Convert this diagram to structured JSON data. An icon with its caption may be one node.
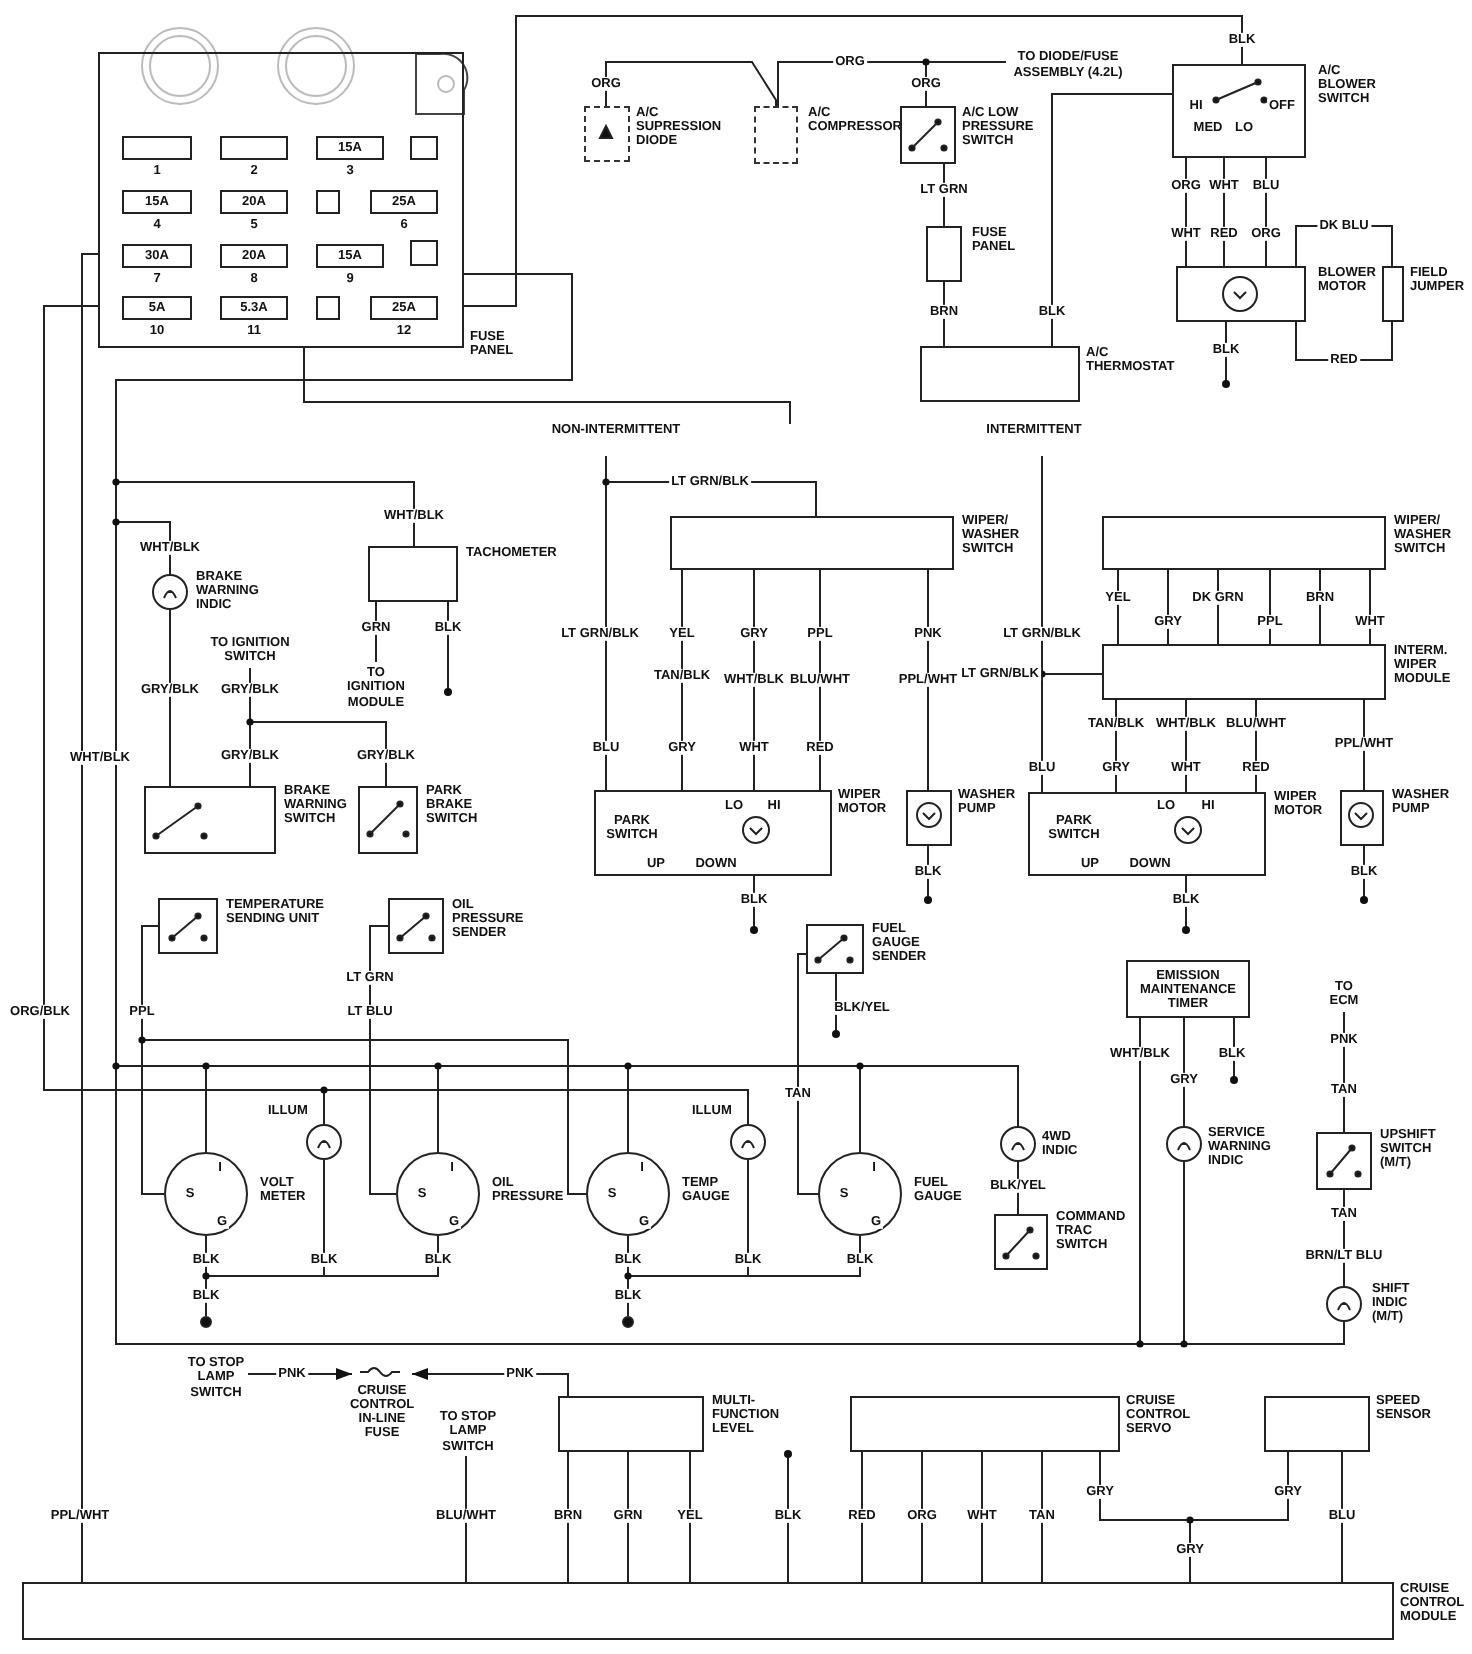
{
  "diagram": {
    "nodes": [
      {
        "text": [
          "FUSE PANEL"
        ]
      },
      {
        "text": [],
        "shape": "box",
        "beside": [
          "1"
        ],
        "in": 0
      },
      {
        "text": [],
        "shape": "box",
        "beside": [
          "2"
        ],
        "in": 0
      },
      {
        "text": [
          "15A"
        ],
        "beside": [
          "3"
        ],
        "in": 0
      },
      {
        "text": [],
        "shape": "box",
        "in": 0
      },
      {
        "text": [
          "15A"
        ],
        "beside": [
          "4"
        ],
        "in": 0
      },
      {
        "text": [
          "20A"
        ],
        "beside": [
          "5"
        ],
        "in": 0
      },
      {
        "text": [],
        "shape": "box",
        "in": 0
      },
      {
        "text": [
          "25A"
        ],
        "beside": [
          "6"
        ],
        "in": 0
      },
      {
        "text": [
          "30A"
        ],
        "beside": [
          "7"
        ],
        "in": 0
      },
      {
        "text": [
          "20A"
        ],
        "beside": [
          "8"
        ],
        "in": 0
      },
      {
        "text": [
          "15A"
        ],
        "beside": [
          "9"
        ],
        "in": 0
      },
      {
        "text": [],
        "shape": "box",
        "in": 0
      },
      {
        "text": [
          "5A"
        ],
        "beside": [
          "10"
        ],
        "in": 0
      },
      {
        "text": [
          "5.3A"
        ],
        "beside": [
          "11"
        ],
        "in": 0
      },
      {
        "text": [],
        "shape": "box",
        "in": 0
      },
      {
        "text": [
          "25A"
        ],
        "beside": [
          "12"
        ],
        "in": 0
      },
      {
        "text": [
          "A/C SUPRESSION DIODE"
        ]
      },
      {
        "text": [
          "A/C COMPRESSOR"
        ]
      },
      {
        "text": [
          "TO DIODE/FUSE ASSEMBLY (4.2L)"
        ]
      },
      {
        "text": [
          "A/C LOW PRESSURE SWITCH"
        ]
      },
      {
        "text": [
          "FUSE PANEL"
        ]
      },
      {
        "text": [
          "A/C THERMOSTAT"
        ]
      },
      {
        "text": [
          "A/C BLOWER SWITCH"
        ]
      },
      {
        "text": [
          "BLOWER MOTOR"
        ]
      },
      {
        "text": [
          "FIELD JUMPER"
        ]
      },
      {
        "text": [
          "TACHOMETER"
        ]
      },
      {
        "text": [
          "BRAKE WARNING INDIC"
        ]
      },
      {
        "text": [
          "TO IGNITION SWITCH"
        ]
      },
      {
        "text": [
          "TO IGNITION MODULE"
        ]
      },
      {
        "text": [
          "BRAKE WARNING SWITCH"
        ]
      },
      {
        "text": [
          "PARK BRAKE SWITCH"
        ]
      },
      {
        "text": [
          "TEMPERATURE SENDING UNIT"
        ]
      },
      {
        "text": [
          "OIL PRESSURE SENDER"
        ]
      },
      {
        "text": [
          "WIPER/ WASHER SWITCH"
        ]
      },
      {
        "text": [
          "WIPER MOTOR"
        ]
      },
      {
        "text": [
          "WASHER PUMP"
        ]
      },
      {
        "text": [
          "WIPER/ WASHER SWITCH"
        ]
      },
      {
        "text": [
          "INTERM. WIPER MODULE"
        ]
      },
      {
        "text": [
          "WIPER MOTOR"
        ]
      },
      {
        "text": [
          "WASHER PUMP"
        ]
      },
      {
        "text": [
          "FUEL GAUGE SENDER"
        ]
      },
      {
        "text": [
          "EMISSION MAINTENANCE TIMER"
        ]
      },
      {
        "text": [
          "TO ECM"
        ]
      },
      {
        "text": [
          "VOLT METER"
        ]
      },
      {
        "text": [
          "ILLUM"
        ]
      },
      {
        "text": [
          "OIL PRESSURE"
        ]
      },
      {
        "text": [
          "TEMP GAUGE"
        ]
      },
      {
        "text": [
          "ILLUM"
        ]
      },
      {
        "text": [
          "FUEL GAUGE"
        ]
      },
      {
        "text": [
          "4WD INDIC"
        ]
      },
      {
        "text": [
          "COMMAND TRAC SWITCH"
        ]
      },
      {
        "text": [
          "SERVICE WARNING INDIC"
        ]
      },
      {
        "text": [
          "UPSHIFT SWITCH (M/T)"
        ]
      },
      {
        "text": [
          "SHIFT INDIC (M/T)"
        ]
      },
      {
        "text": [
          "TO STOP LAMP SWITCH"
        ]
      },
      {
        "text": [
          "CRUISE CONTROL IN-LINE FUSE"
        ]
      },
      {
        "text": [
          "TO STOP LAMP SWITCH"
        ]
      },
      {
        "text": [
          "MULTI-FUNCTION LEVEL"
        ]
      },
      {
        "text": [
          "CRUISE CONTROL SERVO"
        ]
      },
      {
        "text": [
          "SPEED SENSOR"
        ]
      },
      {
        "text": [
          "CRUISE CONTROL MODULE"
        ]
      },
      {
        "text": [],
        "shape": "circle"
      },
      {
        "text": [],
        "shape": "circle"
      }
    ],
    "edges": [
      {
        "from": 0,
        "to": 23,
        "arrow": "none"
      },
      {
        "from": 0,
        "to": 26,
        "arrow": "none"
      },
      {
        "from": 0,
        "to": 27,
        "arrow": "none"
      },
      {
        "from": 0,
        "to": 44,
        "arrow": "none"
      },
      {
        "from": 0,
        "to": 46,
        "arrow": "none"
      },
      {
        "from": 0,
        "to": 47,
        "arrow": "none"
      },
      {
        "from": 0,
        "to": 49,
        "arrow": "none"
      },
      {
        "from": 0,
        "to": 50,
        "arrow": "none"
      },
      {
        "from": 0,
        "to": 42,
        "arrow": "none"
      },
      {
        "from": 0,
        "to": 52,
        "arrow": "none"
      },
      {
        "from": 0,
        "to": 54,
        "arrow": "none"
      },
      {
        "from": 0,
        "to": 45,
        "arrow": "none"
      },
      {
        "from": 0,
        "to": 48,
        "arrow": "none"
      },
      {
        "from": 0,
        "to": 61,
        "arrow": "none"
      },
      {
        "from": 0,
        "to": null,
        "arrow": "none"
      },
      {
        "from": 17,
        "to": 18,
        "arrow": "none"
      },
      {
        "from": 18,
        "to": 19,
        "arrow": "none"
      },
      {
        "from": 20,
        "to": 19,
        "arrow": "none"
      },
      {
        "from": 20,
        "to": 21,
        "arrow": "none"
      },
      {
        "from": 21,
        "to": 22,
        "arrow": "none"
      },
      {
        "from": 22,
        "to": 23,
        "arrow": "none"
      },
      {
        "from": 23,
        "to": 24,
        "arrow": "none"
      },
      {
        "from": 23,
        "to": 24,
        "arrow": "none"
      },
      {
        "from": 23,
        "to": 24,
        "arrow": "none"
      },
      {
        "from": 24,
        "to": 25,
        "arrow": "none"
      },
      {
        "from": 24,
        "to": 25,
        "arrow": "none"
      },
      {
        "from": 27,
        "to": 30,
        "arrow": "none"
      },
      {
        "from": 28,
        "to": 30,
        "arrow": "none"
      },
      {
        "from": 28,
        "to": 31,
        "arrow": "none"
      },
      {
        "from": 26,
        "to": 29,
        "arrow": "none"
      },
      {
        "from": null,
        "to": 35,
        "arrow": "none"
      },
      {
        "from": null,
        "to": 34,
        "arrow": "none"
      },
      {
        "from": 34,
        "to": 35,
        "arrow": "none"
      },
      {
        "from": 34,
        "to": 35,
        "arrow": "none"
      },
      {
        "from": 34,
        "to": 35,
        "arrow": "none"
      },
      {
        "from": 34,
        "to": 36,
        "arrow": "none"
      },
      {
        "from": null,
        "to": 39,
        "arrow": "none"
      },
      {
        "from": null,
        "to": 38,
        "arrow": "none"
      },
      {
        "from": 37,
        "to": 38,
        "arrow": "none"
      },
      {
        "from": 37,
        "to": 38,
        "arrow": "none"
      },
      {
        "from": 37,
        "to": 38,
        "arrow": "none"
      },
      {
        "from": 37,
        "to": 38,
        "arrow": "none"
      },
      {
        "from": 37,
        "to": 38,
        "arrow": "none"
      },
      {
        "from": 37,
        "to": 38,
        "arrow": "none"
      },
      {
        "from": 38,
        "to": 39,
        "arrow": "none"
      },
      {
        "from": 38,
        "to": 39,
        "arrow": "none"
      },
      {
        "from": 38,
        "to": 39,
        "arrow": "none"
      },
      {
        "from": 38,
        "to": 40,
        "arrow": "none"
      },
      {
        "from": 32,
        "to": 47,
        "arrow": "none"
      },
      {
        "from": 32,
        "to": 44,
        "arrow": "none"
      },
      {
        "from": 33,
        "to": 46,
        "arrow": "none"
      },
      {
        "from": 41,
        "to": 49,
        "arrow": "none"
      },
      {
        "from": 50,
        "to": 51,
        "arrow": "none"
      },
      {
        "from": 42,
        "to": 52,
        "arrow": "none"
      },
      {
        "from": 43,
        "to": 53,
        "arrow": "none"
      },
      {
        "from": 53,
        "to": 54,
        "arrow": "none"
      },
      {
        "from": 55,
        "to": 56,
        "arrow": "to"
      },
      {
        "from": 58,
        "to": 56,
        "arrow": "to"
      },
      {
        "from": 57,
        "to": 61,
        "arrow": "none"
      },
      {
        "from": 58,
        "to": 61,
        "arrow": "none"
      },
      {
        "from": 58,
        "to": 61,
        "arrow": "none"
      },
      {
        "from": 58,
        "to": 61,
        "arrow": "none"
      },
      {
        "from": 59,
        "to": 61,
        "arrow": "none"
      },
      {
        "from": 59,
        "to": 61,
        "arrow": "none"
      },
      {
        "from": 59,
        "to": 61,
        "arrow": "none"
      },
      {
        "from": 59,
        "to": 61,
        "arrow": "none"
      },
      {
        "from": 59,
        "to": 61,
        "arrow": "none"
      },
      {
        "from": 60,
        "to": 61,
        "arrow": "none"
      },
      {
        "from": 60,
        "to": 61,
        "arrow": "none"
      },
      {
        "from": 45,
        "to": 44,
        "arrow": "none"
      },
      {
        "from": 46,
        "to": 44,
        "arrow": "none"
      },
      {
        "from": 48,
        "to": 47,
        "arrow": "none"
      },
      {
        "from": 49,
        "to": 47,
        "arrow": "none"
      },
      {
        "from": 44,
        "to": 62,
        "arrow": "none",
        "label": "BLK"
      },
      {
        "from": 47,
        "to": 63,
        "arrow": "none",
        "label": "BLK"
      }
    ],
    "labels": [
      "BLK",
      "ORG",
      "ORG",
      "ORG",
      "HI",
      "OFF",
      "MED",
      "LO",
      "LT GRN",
      "ORG",
      "WHT",
      "BLU",
      "WHT",
      "RED",
      "ORG",
      "DK BLU",
      "BRN",
      "BLK",
      "BLK",
      "RED",
      "NON-INTERMITTENT",
      "INTERMITTENT",
      "LT GRN/BLK",
      "WHT/BLK",
      "WHT/BLK",
      "YEL",
      "DK GRN",
      "BRN",
      "GRN",
      "BLK",
      "LT GRN/BLK",
      "YEL",
      "GRY",
      "PPL",
      "PNK",
      "LT GRN/BLK",
      "GRY",
      "PPL",
      "WHT",
      "TAN/BLK",
      "WHT/BLK",
      "BLU/WHT",
      "PPL/WHT",
      "LT GRN/BLK",
      "GRY/BLK",
      "GRY/BLK",
      "TAN/BLK",
      "WHT/BLK",
      "BLU/WHT",
      "WHT/BLK",
      "GRY/BLK",
      "GRY/BLK",
      "BLU",
      "GRY",
      "WHT",
      "RED",
      "BLU",
      "GRY",
      "WHT",
      "RED",
      "PPL/WHT",
      "LO",
      "HI",
      "LO",
      "HI",
      "PARK SWITCH",
      "PARK SWITCH",
      "UP",
      "DOWN",
      "BLK",
      "UP",
      "DOWN",
      "BLK",
      "BLK",
      "BLK",
      "LT GRN",
      "ORG/BLK",
      "PPL",
      "LT BLU",
      "BLK/YEL",
      "PNK",
      "WHT/BLK",
      "BLK",
      "TAN",
      "GRY",
      "TAN",
      "I",
      "I",
      "I",
      "I",
      "S",
      "S",
      "S",
      "S",
      "BLK/YEL",
      "G",
      "G",
      "G",
      "G",
      "TAN",
      "BLK",
      "BLK",
      "BLK",
      "BLK",
      "BLK",
      "BLK",
      "BRN/LT BLU",
      "PNK",
      "PNK",
      "GRY",
      "GRY",
      "PPL/WHT",
      "BLU/WHT",
      "BRN",
      "GRN",
      "YEL",
      "BLK",
      "RED",
      "ORG",
      "WHT",
      "TAN",
      "BLU",
      "GRY"
    ]
  }
}
